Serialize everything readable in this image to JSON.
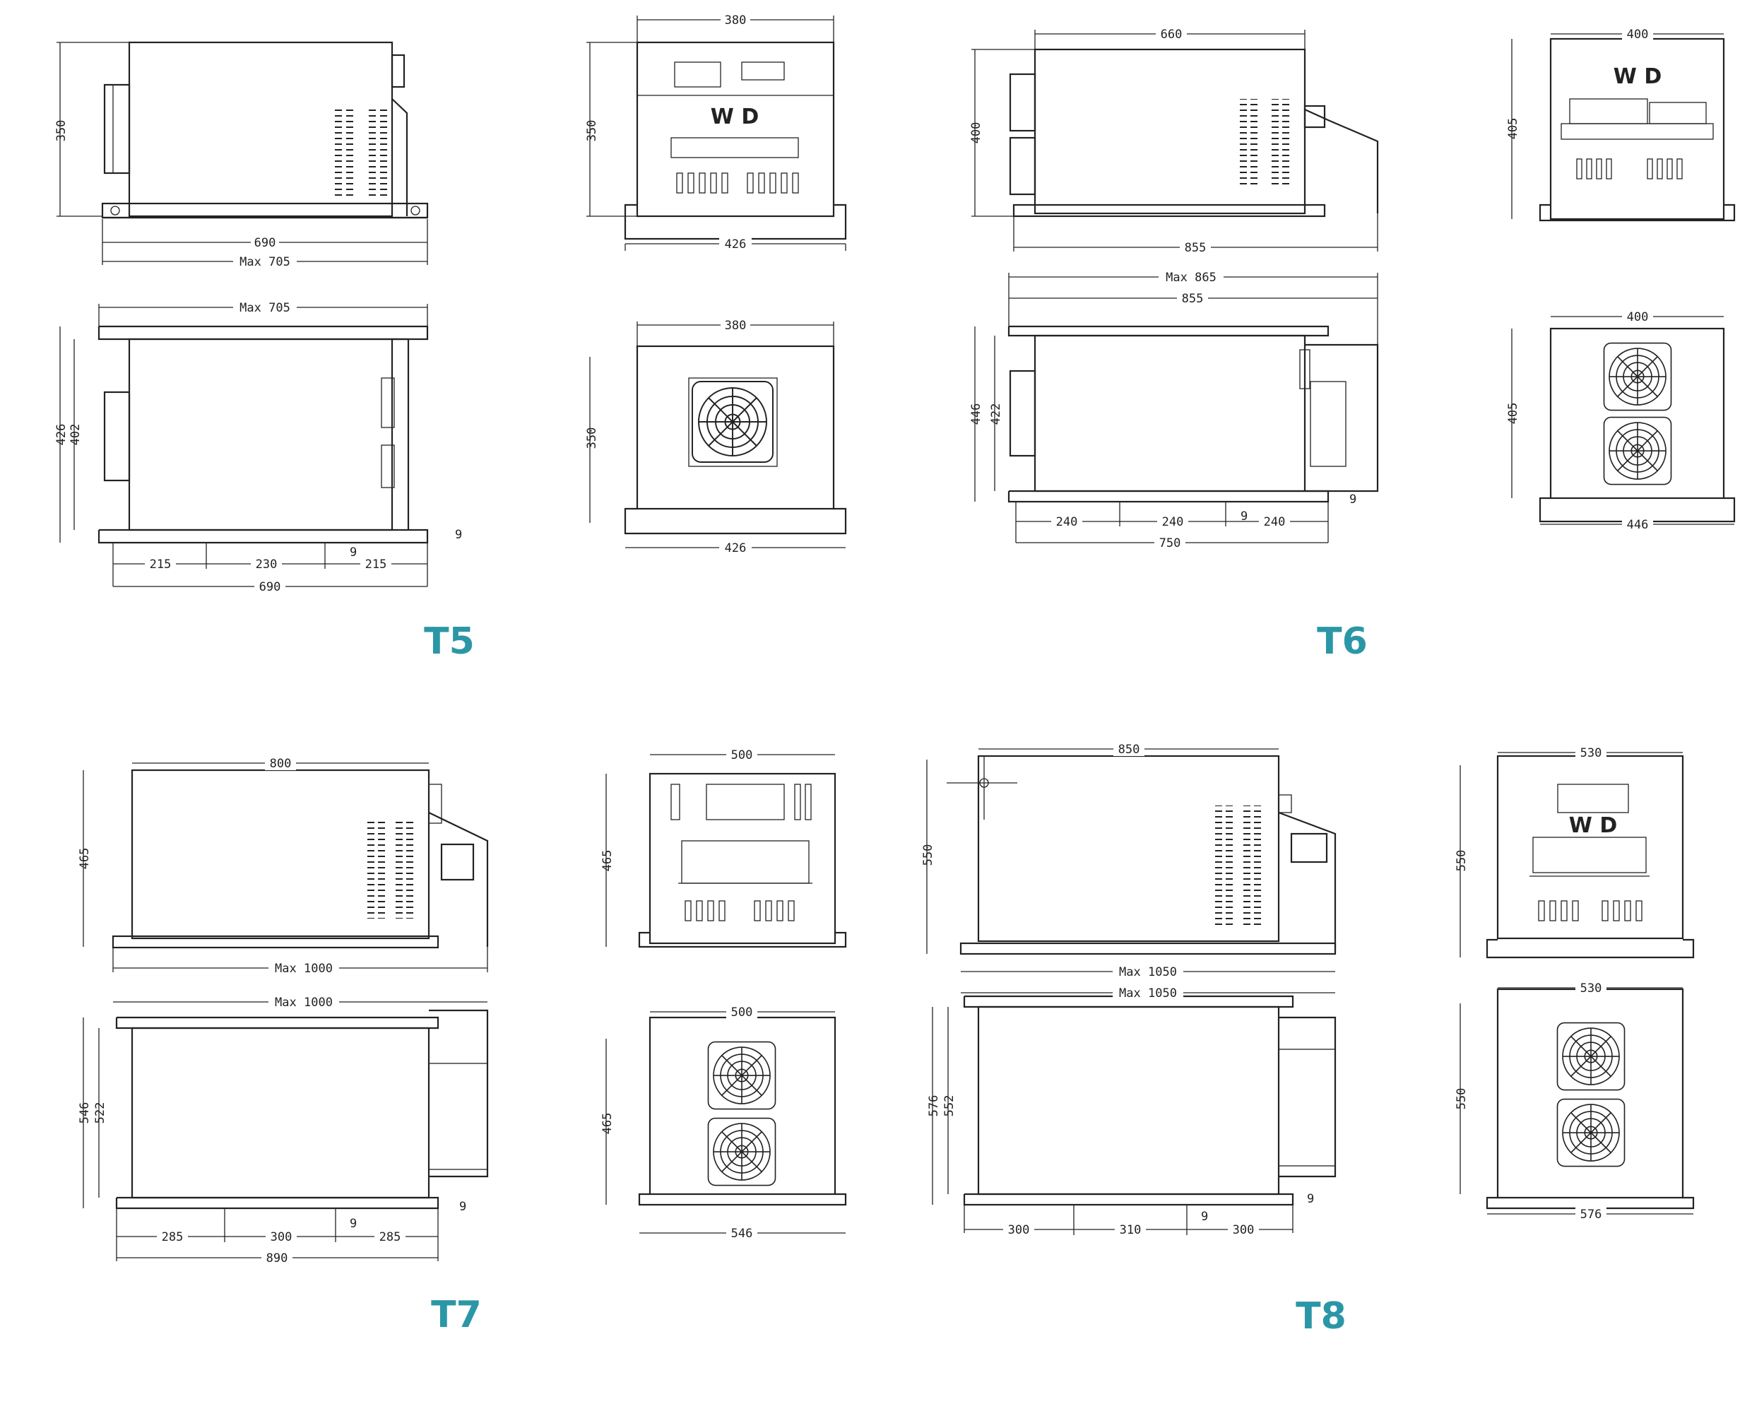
{
  "models": [
    {
      "label": "T5",
      "side_view": {
        "height": "350",
        "width": "690",
        "max_width": "Max 705"
      },
      "front_view": {
        "width": "380",
        "height": "350",
        "base_width": "426",
        "logo": "W D"
      },
      "top_view": {
        "max_width": "Max 705",
        "outer_height": "426",
        "inner_height": "402",
        "seg_left": "215",
        "seg_mid": "230",
        "seg_right": "215",
        "hole": "9",
        "foot": "9",
        "base": "690"
      },
      "rear_view": {
        "width": "380",
        "height": "350",
        "base_width": "426"
      }
    },
    {
      "label": "T6",
      "side_view": {
        "width": "660",
        "height": "400",
        "base": "855"
      },
      "front_view": {
        "width": "400",
        "height": "405",
        "logo": "W D"
      },
      "top_view": {
        "max_width": "Max 865",
        "width": "855",
        "outer_height": "446",
        "inner_height": "422",
        "seg_left": "240",
        "seg_mid": "240",
        "seg_right": "240",
        "hole": "9",
        "foot": "9",
        "base": "750"
      },
      "rear_view": {
        "width": "400",
        "height": "405",
        "base_width": "446"
      }
    },
    {
      "label": "T7",
      "side_view": {
        "width": "800",
        "height": "465",
        "max_width": "Max 1000"
      },
      "front_view": {
        "width": "500",
        "height": "465"
      },
      "top_view": {
        "max_width": "Max 1000",
        "outer_height": "546",
        "inner_height": "522",
        "seg_left": "285",
        "seg_mid": "300",
        "seg_right": "285",
        "hole": "9",
        "foot": "9",
        "base": "890"
      },
      "rear_view": {
        "width": "500",
        "height": "465",
        "base_width": "546"
      }
    },
    {
      "label": "T8",
      "side_view": {
        "width": "850",
        "height": "550",
        "max_width": "Max 1050"
      },
      "front_view": {
        "width": "530",
        "height": "550",
        "logo": "W D"
      },
      "top_view": {
        "max_width": "Max 1050",
        "outer_height": "576",
        "inner_height": "552",
        "seg_left": "300",
        "seg_mid": "310",
        "seg_right": "300",
        "hole": "9",
        "foot": "9"
      },
      "rear_view": {
        "width": "530",
        "height": "550",
        "base_width": "576"
      }
    }
  ]
}
